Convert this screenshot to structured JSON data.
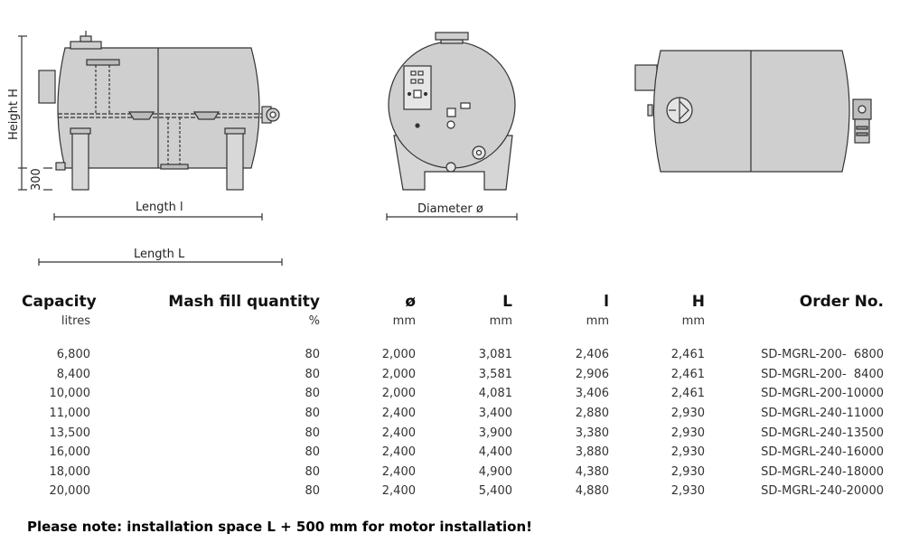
{
  "drawing_labels": {
    "height": "Height H",
    "base": "300",
    "length_l_small": "Length l",
    "length_l_large": "Length L",
    "diameter": "Diameter ø"
  },
  "table": {
    "headers": [
      "Capacity",
      "Mash fill quantity",
      "ø",
      "L",
      "l",
      "H",
      "Order No."
    ],
    "units": [
      "litres",
      "%",
      "mm",
      "mm",
      "mm",
      "mm",
      ""
    ],
    "rows": [
      [
        "6,800",
        "80",
        "2,000",
        "3,081",
        "2,406",
        "2,461",
        "SD-MGRL-200-  6800"
      ],
      [
        "8,400",
        "80",
        "2,000",
        "3,581",
        "2,906",
        "2,461",
        "SD-MGRL-200-  8400"
      ],
      [
        "10,000",
        "80",
        "2,000",
        "4,081",
        "3,406",
        "2,461",
        "SD-MGRL-200-10000"
      ],
      [
        "11,000",
        "80",
        "2,400",
        "3,400",
        "2,880",
        "2,930",
        "SD-MGRL-240-11000"
      ],
      [
        "13,500",
        "80",
        "2,400",
        "3,900",
        "3,380",
        "2,930",
        "SD-MGRL-240-13500"
      ],
      [
        "16,000",
        "80",
        "2,400",
        "4,400",
        "3,880",
        "2,930",
        "SD-MGRL-240-16000"
      ],
      [
        "18,000",
        "80",
        "2,400",
        "4,900",
        "4,380",
        "2,930",
        "SD-MGRL-240-18000"
      ],
      [
        "20,000",
        "80",
        "2,400",
        "5,400",
        "4,880",
        "2,930",
        "SD-MGRL-240-20000"
      ]
    ]
  },
  "note": "Please note: installation space L + 500 mm for motor installation!",
  "colors": {
    "tank_fill": "#cfcfcf",
    "tank_stroke": "#333333",
    "text": "#111111"
  }
}
